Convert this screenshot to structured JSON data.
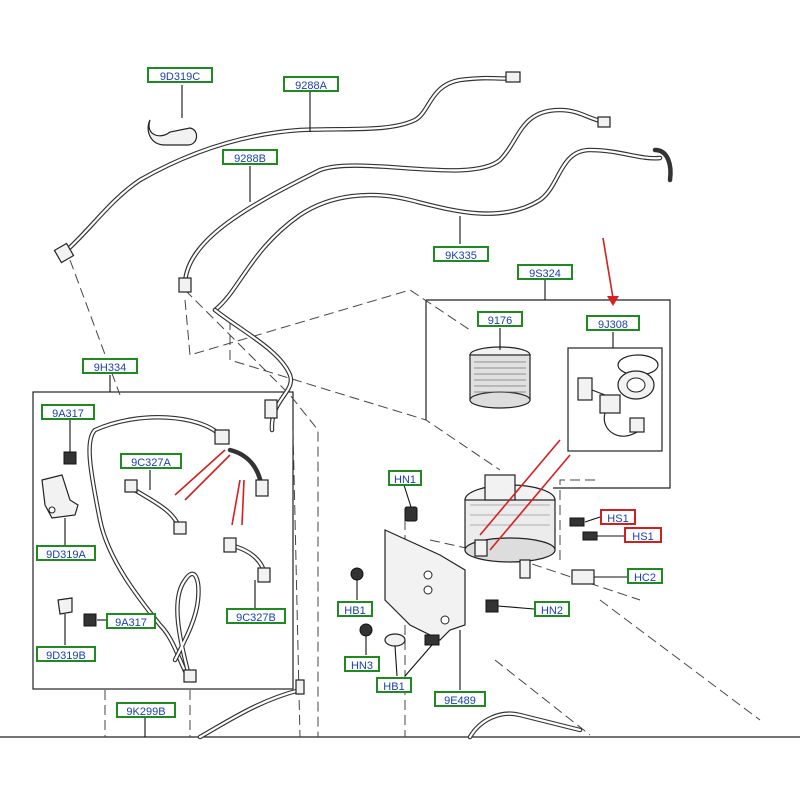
{
  "callouts": {
    "c_9d319c": "9D319C",
    "c_9288a": "9288A",
    "c_9288b": "9288B",
    "c_9k335": "9K335",
    "c_9s324": "9S324",
    "c_9176": "9176",
    "c_9j308": "9J308",
    "c_9h334": "9H334",
    "c_9a317_top": "9A317",
    "c_9c327a": "9C327A",
    "c_9d319a": "9D319A",
    "c_9a317_bot": "9A317",
    "c_9c327b": "9C327B",
    "c_9d319b": "9D319B",
    "c_9k299b": "9K299B",
    "c_hn1": "HN1",
    "c_hs1_a": "HS1",
    "c_hs1_b": "HS1",
    "c_hc2": "HC2",
    "c_hb1_l": "HB1",
    "c_hn2": "HN2",
    "c_hn3": "HN3",
    "c_hb1_b": "HB1",
    "c_9e489": "9E489"
  },
  "colors": {
    "callout_border": "#1f8a1f",
    "callout_highlight_border": "#d21f1f",
    "callout_text": "#1a3fb0",
    "annotation_arrow": "#d42020",
    "line_art": "#222222"
  }
}
